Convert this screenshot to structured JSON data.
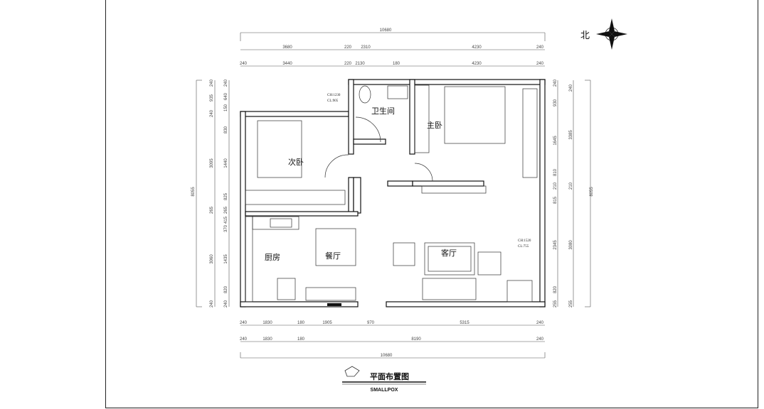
{
  "drawing": {
    "north": "北",
    "title": "平面布置图",
    "brand": "SMALLPOX",
    "rooms": {
      "bedroom2": "次卧",
      "bathroom": "卫生间",
      "master": "主卧",
      "kitchen": "厨房",
      "dining": "餐厅",
      "living": "客厅"
    },
    "notes": {
      "ch1": "CH:1230",
      "cl1": "CL:905",
      "ch2": "CH:1520",
      "cl2": "CL:755"
    },
    "dims": {
      "top_total": "10680",
      "top_row2": [
        "3680",
        "220",
        "2310",
        "4230",
        "240"
      ],
      "top_row3": [
        "240",
        "3440",
        "220",
        "2130",
        "180",
        "4230",
        "240"
      ],
      "left_total": "8055",
      "left_col1": [
        "240",
        "935",
        "240",
        "3095",
        "265",
        "3060",
        "240"
      ],
      "left_col2": [
        "240",
        "640",
        "150",
        "830",
        "1440",
        "825",
        "265",
        "415",
        "370",
        "1435",
        "820",
        "240"
      ],
      "right_total": "8055",
      "right_col1": [
        "240",
        "930",
        "1645",
        "810",
        "210",
        "815",
        "2345",
        "820",
        "255"
      ],
      "right_col2": [
        "240",
        "3385",
        "210",
        "3080",
        "255"
      ],
      "bottom_row1": [
        "240",
        "1830",
        "180",
        "1905",
        "970",
        "5315",
        "240"
      ],
      "bottom_row2": [
        "240",
        "1830",
        "180",
        "8190",
        "240"
      ],
      "bottom_total": "10680"
    }
  }
}
